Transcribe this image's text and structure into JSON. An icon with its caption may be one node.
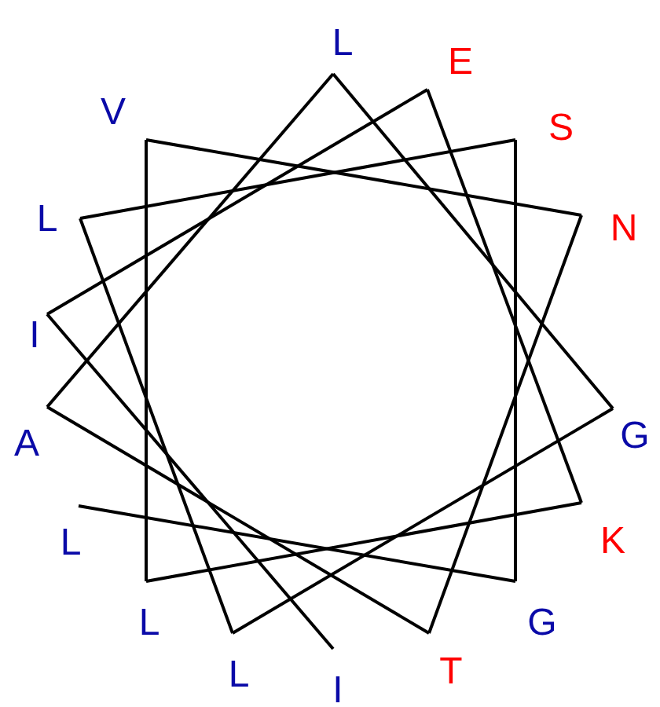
{
  "diagram": {
    "nodes": [
      {
        "text": [
          "L"
        ]
      },
      {
        "text": [
          "G"
        ]
      },
      {
        "text": [
          "S"
        ]
      },
      {
        "text": [
          "L"
        ]
      },
      {
        "text": [
          "L"
        ]
      },
      {
        "text": [
          "G"
        ]
      },
      {
        "text": [
          "L"
        ]
      },
      {
        "text": [
          "A"
        ]
      },
      {
        "text": [
          "T"
        ]
      },
      {
        "text": [
          "N"
        ]
      },
      {
        "text": [
          "V"
        ]
      },
      {
        "text": [
          "L"
        ]
      },
      {
        "text": [
          "K"
        ]
      },
      {
        "text": [
          "E"
        ]
      },
      {
        "text": [
          "I"
        ]
      },
      {
        "text": [
          "I"
        ]
      }
    ],
    "edges": [
      {
        "from": 0,
        "to": 1,
        "arrow": "none"
      },
      {
        "from": 1,
        "to": 2,
        "arrow": "none"
      },
      {
        "from": 2,
        "to": 3,
        "arrow": "none"
      },
      {
        "from": 3,
        "to": 4,
        "arrow": "none"
      },
      {
        "from": 4,
        "to": 5,
        "arrow": "none"
      },
      {
        "from": 5,
        "to": 6,
        "arrow": "none"
      },
      {
        "from": 6,
        "to": 7,
        "arrow": "none"
      },
      {
        "from": 7,
        "to": 8,
        "arrow": "none"
      },
      {
        "from": 8,
        "to": 9,
        "arrow": "none"
      },
      {
        "from": 9,
        "to": 10,
        "arrow": "none"
      },
      {
        "from": 10,
        "to": 11,
        "arrow": "none"
      },
      {
        "from": 11,
        "to": 12,
        "arrow": "none"
      },
      {
        "from": 12,
        "to": 13,
        "arrow": "none"
      },
      {
        "from": 13,
        "to": 14,
        "arrow": "none"
      },
      {
        "from": 14,
        "to": 15,
        "arrow": "none"
      }
    ]
  }
}
